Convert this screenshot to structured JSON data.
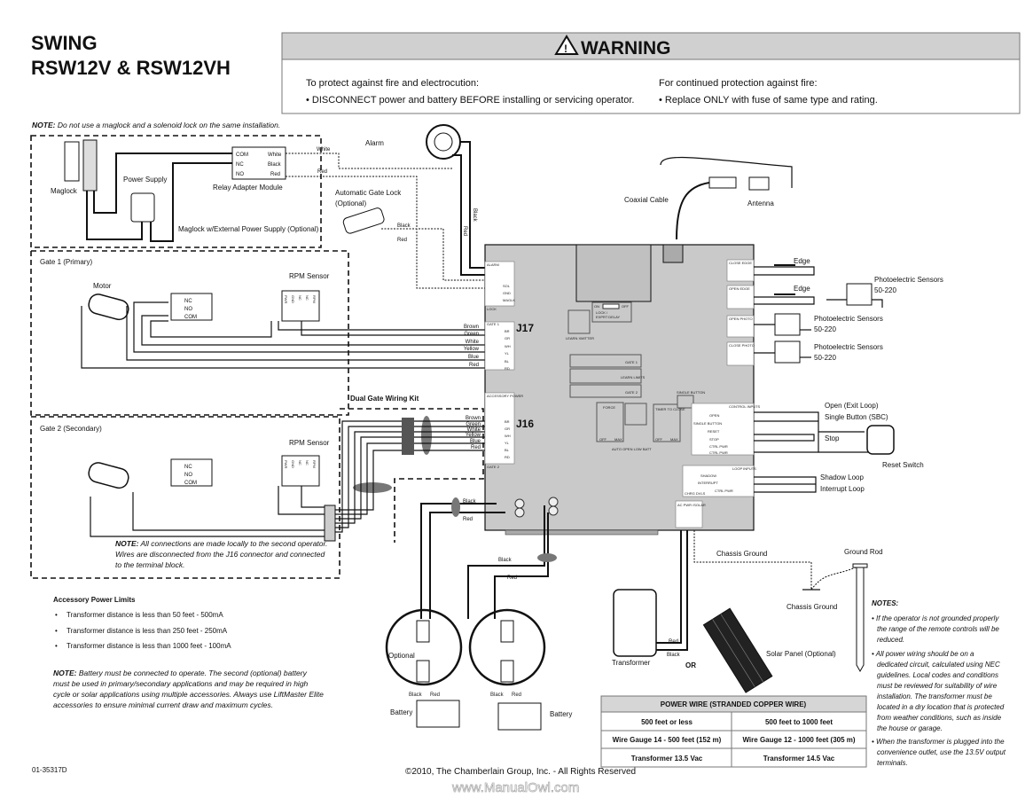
{
  "header": {
    "title_line1": "SWING",
    "title_line2": "RSW12V & RSW12VH"
  },
  "warning": {
    "title": "WARNING",
    "left_heading": "To protect against fire and electrocution:",
    "left_item": "• DISCONNECT power and battery BEFORE installing or servicing operator.",
    "right_heading": "For continued protection against fire:",
    "right_item": "• Replace ONLY with fuse of same type and rating."
  },
  "top_note": {
    "label": "NOTE:",
    "text": "Do not use a maglock and a solenoid lock on the same installation."
  },
  "maglock_box": {
    "maglock": "Maglock",
    "power_supply": "Power Supply",
    "relay_module": "Relay Adapter Module",
    "relay_terminals": [
      "COM",
      "NC",
      "NO",
      "White",
      "Black",
      "Red"
    ],
    "caption": "Maglock w/External Power Supply (Optional)"
  },
  "alarm": {
    "label": "Alarm",
    "wire_white": "White",
    "wire_red": "Red",
    "wire_red_v": "Red",
    "wire_black_v": "Black"
  },
  "gate_lock": {
    "label1": "Automatic Gate Lock",
    "label2": "(Optional)",
    "wire_black": "Black",
    "wire_red": "Red"
  },
  "antenna": {
    "coax": "Coaxial Cable",
    "antenna": "Antenna"
  },
  "gate1": {
    "label": "Gate 1 (Primary)",
    "motor": "Motor",
    "rpm_sensor": "RPM Sensor",
    "switch_terms": [
      "NC",
      "NO",
      "COM"
    ],
    "rpm_terms": [
      "PWR",
      "GND",
      "NC",
      "NC",
      "RPM"
    ],
    "wires": [
      "Brown",
      "Green",
      "White",
      "Yellow",
      "Blue",
      "Red"
    ]
  },
  "gate2": {
    "label": "Gate 2 (Secondary)",
    "rpm_sensor": "RPM Sensor",
    "kit": "Dual Gate Wiring Kit",
    "switch_terms": [
      "NC",
      "NO",
      "COM"
    ],
    "rpm_terms": [
      "PWR",
      "GND",
      "NC",
      "NC",
      "RPM"
    ],
    "wires": [
      "Brown",
      "Green",
      "White",
      "Yellow",
      "Blue",
      "Red"
    ],
    "note_label": "NOTE:",
    "note_lines": [
      "All connections are made locally to the second operator.",
      "Wires are disconnected from the J16 connector and connected",
      "to the terminal block."
    ]
  },
  "board": {
    "j17": "J17",
    "j16": "J16",
    "alarm_block": "ALARM",
    "lock_block": "LOCK",
    "lock_terms": [
      "SOL",
      "GND",
      "MAGLK"
    ],
    "gate1_block": "GATE 1",
    "gate2_block": "GATE 2",
    "accessory_power": "ACCESSORY POWER",
    "wire_codes": [
      "BR",
      "GR",
      "WH",
      "YL",
      "BL",
      "RD"
    ],
    "learn_xmtr": "LEARN XMITTER",
    "switch_on": "ON",
    "switch_off": "OFF",
    "switch_desc1": "LOCK /",
    "switch_desc2": "EXPRT DELAY",
    "gate1_btn": "GATE 1",
    "learn_limits": "LEARN LIMITS",
    "gate2_btn": "GATE 2",
    "force": "FORCE",
    "force_off": "OFF",
    "force_max": "MAX",
    "auto_open": "AUTO OPEN LOW BATT",
    "timer": "TIMER TO CLOSE",
    "timer_off": "OFF",
    "timer_max": "MAX",
    "single_button": "SINGLE BUTTON",
    "control_inputs": "CONTROL INPUTS",
    "control_items": [
      "OPEN",
      "SINGLE BUTTON",
      "RESET",
      "STOP",
      "CTRL PWR",
      "CTRL PWR"
    ],
    "loop_inputs": "LOOP INPUTS",
    "loop_items": [
      "SHADOW",
      "INTERRUPT",
      "CTRL PWR"
    ],
    "chrg": "CHRG DVLS",
    "close_edge": "CLOSE EDGE",
    "open_edge": "OPEN EDGE",
    "open_photo": "OPEN PHOTO",
    "close_photo": "CLOSE PHOTO",
    "ac_pwr": "AC PWR /SOLAR"
  },
  "right_side": {
    "edge1": "Edge",
    "edge2": "Edge",
    "photo_top": [
      "Photoelectric Sensors",
      "50-220"
    ],
    "photo_mid": [
      "Photoelectric Sensors",
      "50-220"
    ],
    "photo_low": [
      "Photoelectric Sensors",
      "50-220"
    ],
    "open_exit": "Open (Exit Loop)",
    "single_button": "Single Button (SBC)",
    "stop": "Stop",
    "reset_switch": "Reset Switch",
    "shadow_loop": "Shadow Loop",
    "interrupt_loop": "Interrupt Loop"
  },
  "battery_area": {
    "wire_black1": "Black",
    "wire_red1": "Red",
    "wire_black2": "Black",
    "wire_red2": "Red",
    "optional": "Optional",
    "battery1": "Battery",
    "battery2": "Battery",
    "b1_black": "Black",
    "b1_red": "Red",
    "b2_black": "Black",
    "b2_red": "Red"
  },
  "power_area": {
    "chassis_ground_top": "Chassis Ground",
    "ground_rod": "Ground Rod",
    "chassis_ground": "Chassis Ground",
    "transformer": "Transformer",
    "red": "Red",
    "black": "Black",
    "or": "OR",
    "solar_panel": "Solar Panel (Optional)"
  },
  "power_table": {
    "title": "POWER WIRE (STRANDED COPPER WIRE)",
    "rows": [
      [
        "500 feet or less",
        "500 feet to 1000 feet"
      ],
      [
        "Wire Gauge 14 - 500 feet (152 m)",
        "Wire Gauge 12 - 1000 feet (305 m)"
      ],
      [
        "Transformer 13.5 Vac",
        "Transformer 14.5 Vac"
      ]
    ]
  },
  "accessory_limits": {
    "title": "Accessory Power Limits",
    "items": [
      "Transformer distance is less than 50 feet - 500mA",
      "Transformer distance is less than 250 feet - 250mA",
      "Transformer distance is less than 1000 feet - 100mA"
    ]
  },
  "battery_note": {
    "label": "NOTE:",
    "lines": [
      "Battery must be connected to operate. The second (optional) battery",
      "must be used in primary/secondary applications and may be required in high",
      "cycle or solar applications using multiple accessories. Always use LiftMaster Elite",
      "accessories to ensure minimal current draw and maximum cycles."
    ]
  },
  "notes": {
    "title": "NOTES:",
    "lines": [
      "• If the operator is not grounded properly",
      "the range of the remote controls will be",
      "reduced.",
      "• All power wiring should be on a",
      "dedicated circuit, calculated using NEC",
      "guidelines. Local codes and conditions",
      "must be reviewed for suitability of wire",
      "installation. The transformer must be",
      "located in a dry location that is protected",
      "from weather conditions, such as inside",
      "the house or garage.",
      "• When the transformer is plugged into the",
      "convenience outlet, use the 13.5V output",
      "terminals."
    ]
  },
  "footer": {
    "doc_number": "01-35317D",
    "copyright": "©2010, The Chamberlain Group, Inc. - All Rights Reserved",
    "watermark": "www.ManualOwl.com"
  },
  "colors": {
    "board": "#c9c9c9",
    "warning_header": "#d0d0d0",
    "table_header": "#d6d6d6"
  }
}
